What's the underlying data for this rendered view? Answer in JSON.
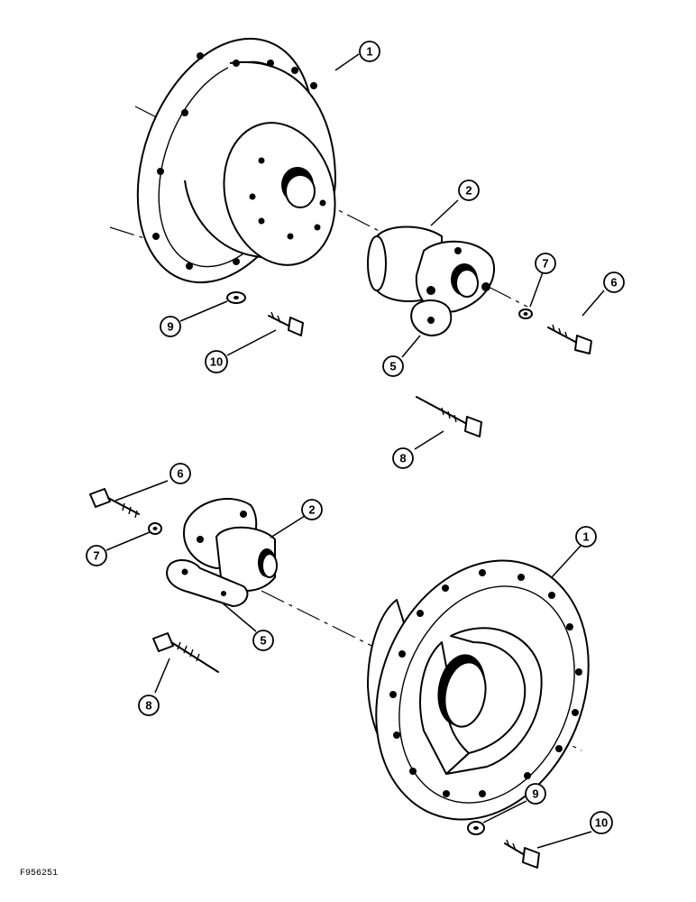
{
  "figure_id": "F956251",
  "callouts": {
    "top_flange": "1",
    "top_hub": "2",
    "top_clamp": "5",
    "top_bolt": "6",
    "top_washer": "7",
    "top_pin": "8",
    "top_washer_lower": "9",
    "top_bolt_lower": "10",
    "bottom_flange": "1",
    "bottom_hub": "2",
    "bottom_clamp": "5",
    "bottom_bolt": "6",
    "bottom_washer": "7",
    "bottom_pin": "8",
    "bottom_washer_lower": "9",
    "bottom_bolt_lower": "10"
  }
}
